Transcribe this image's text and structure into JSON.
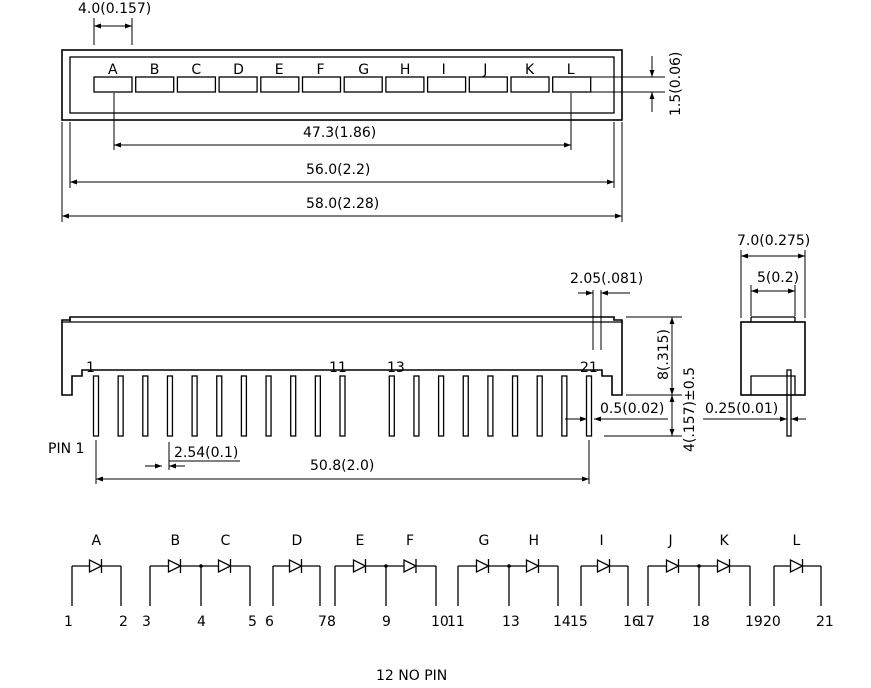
{
  "top_view": {
    "segment_letters": [
      "A",
      "B",
      "C",
      "D",
      "E",
      "F",
      "G",
      "H",
      "I",
      "J",
      "K",
      "L"
    ],
    "dim_pitch_top": "4.0(0.157)",
    "dim_seg_height": "1.5(0.06)",
    "dim_47": "47.3(1.86)",
    "dim_56": "56.0(2.2)",
    "dim_58": "58.0(2.28)"
  },
  "front_view": {
    "pin_labels": [
      "1",
      "11",
      "13",
      "21"
    ],
    "pin1_prefix": "PIN  1",
    "dim_205": "2.05(.081)",
    "dim_height": "8(.315)",
    "dim_lead": "4(.157)±0.5",
    "dim_05": "0.5(0.02)",
    "dim_pitch": "2.54(0.1)",
    "dim_span": "50.8(2.0)"
  },
  "side_view": {
    "dim_width": "7.0(0.275)",
    "dim_inner": "5(0.2)",
    "dim_025": "0.25(0.01)"
  },
  "schematic": {
    "groups": [
      {
        "letters": [
          "A"
        ],
        "pins": [
          "1",
          "2"
        ]
      },
      {
        "letters": [
          "B",
          "C"
        ],
        "pins": [
          "3",
          "4",
          "5"
        ]
      },
      {
        "letters": [
          "D"
        ],
        "pins": [
          "6",
          "7"
        ]
      },
      {
        "letters": [
          "E",
          "F"
        ],
        "pins": [
          "8",
          "9",
          "10"
        ]
      },
      {
        "letters": [
          "G",
          "H"
        ],
        "pins": [
          "11",
          "13",
          "14"
        ]
      },
      {
        "letters": [
          "I"
        ],
        "pins": [
          "15",
          "16"
        ]
      },
      {
        "letters": [
          "J",
          "K"
        ],
        "pins": [
          "17",
          "18",
          "19"
        ]
      },
      {
        "letters": [
          "L"
        ],
        "pins": [
          "20",
          "21"
        ]
      }
    ],
    "note": "12  NO  PIN"
  }
}
